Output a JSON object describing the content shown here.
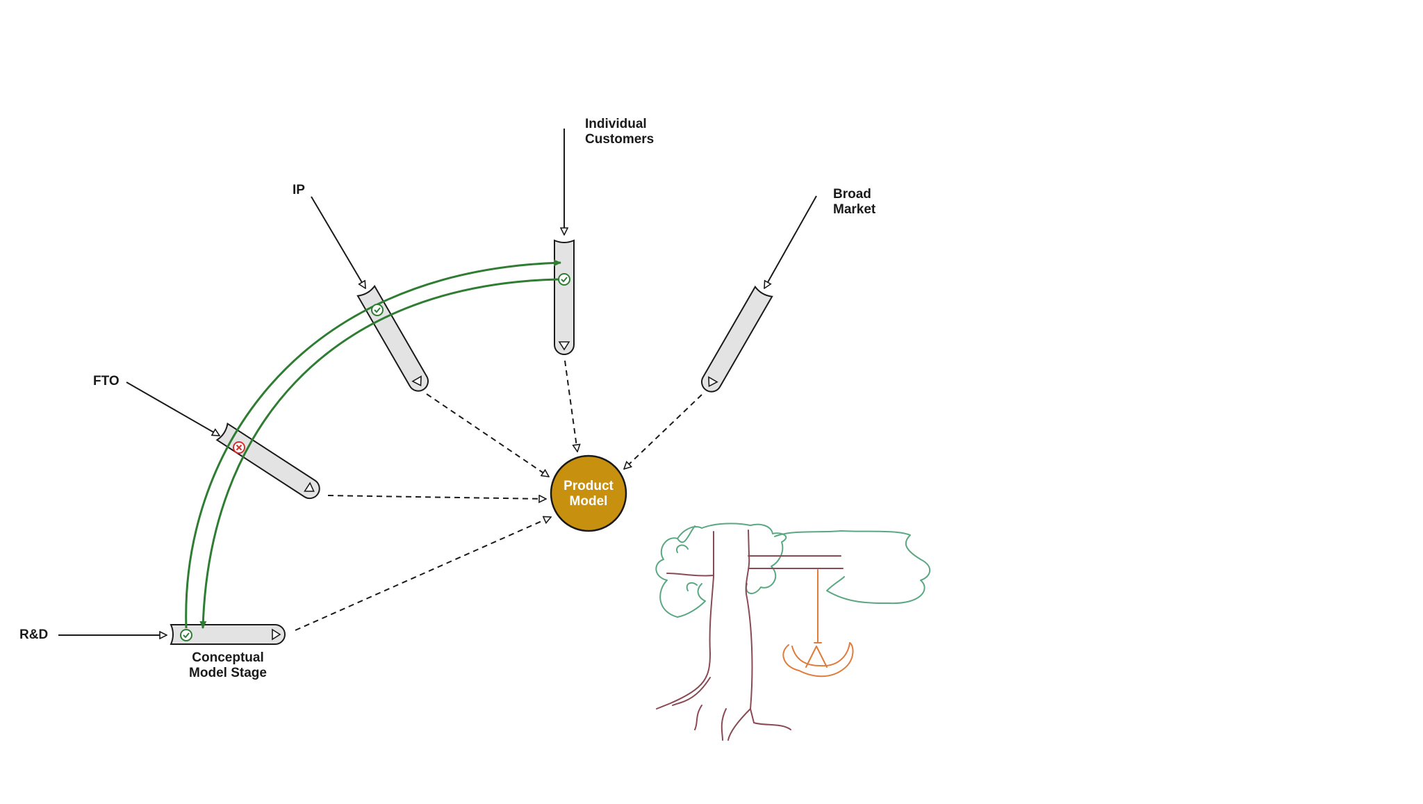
{
  "diagram": {
    "labels": {
      "rnd": "R&D",
      "fto": "FTO",
      "ip": "IP",
      "individual_customers": "Individual\nCustomers",
      "broad_market": "Broad\nMarket",
      "conceptual_model_stage": "Conceptual\nModel Stage"
    },
    "center_node": {
      "line1": "Product",
      "line2": "Model",
      "color": "#c8900f"
    },
    "status": {
      "rnd": "pass",
      "fto": "fail",
      "ip": "pass",
      "individual_customers": "pass"
    },
    "colors": {
      "pass": "#2e7d32",
      "fail": "#d32f2f",
      "path": "#2e7d32",
      "stage_fill": "#e3e3e3"
    }
  }
}
